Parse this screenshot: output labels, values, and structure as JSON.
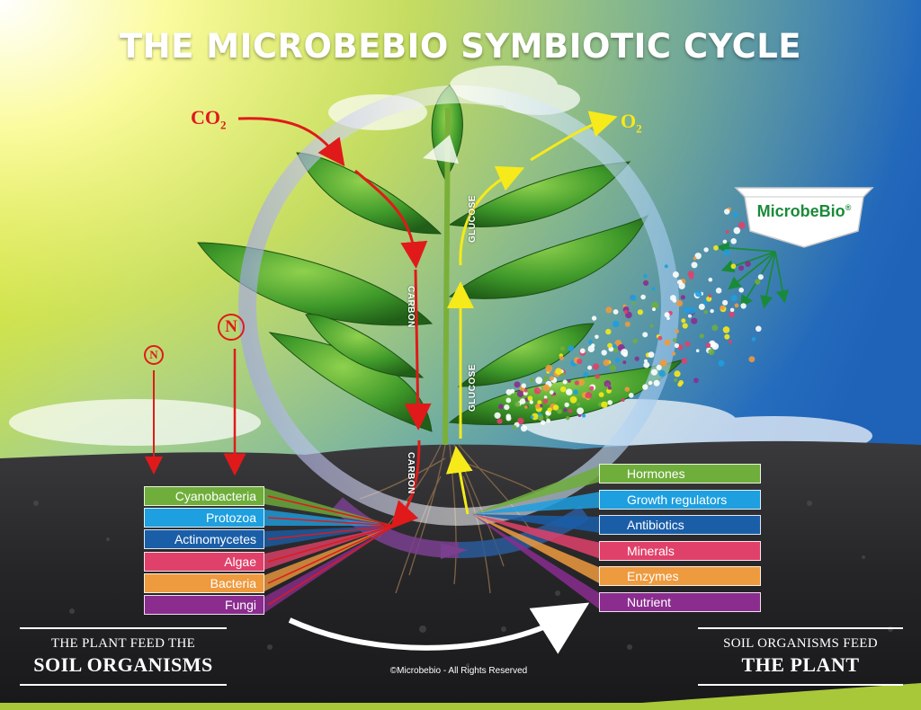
{
  "title": "THE MICROBEBIO SYMBIOTIC CYCLE",
  "gases": {
    "co2_main": "CO",
    "co2_sub": "2",
    "o2_main": "O",
    "o2_sub": "2"
  },
  "nitrogen": {
    "symbol_large": "N",
    "symbol_small": "N"
  },
  "flow_labels": {
    "carbon_upper": "CARBON",
    "carbon_lower": "CARBON",
    "glucose_upper": "GLUCOSE",
    "glucose_lower": "GLUCOSE"
  },
  "brand": {
    "name": "MicrobeBio",
    "mark": "®"
  },
  "soil_organisms": [
    {
      "label": "Cyanobacteria",
      "color": "#6fae3b"
    },
    {
      "label": "Protozoa",
      "color": "#1d9fe0"
    },
    {
      "label": "Actinomycetes",
      "color": "#1a5ea8"
    },
    {
      "label": "Algae",
      "color": "#e0416a"
    },
    {
      "label": "Bacteria",
      "color": "#ee9a3e"
    },
    {
      "label": "Fungi",
      "color": "#8a2d8f"
    }
  ],
  "plant_benefits": [
    {
      "label": "Hormones",
      "color": "#6fae3b"
    },
    {
      "label": "Growth regulators",
      "color": "#1d9fe0"
    },
    {
      "label": "Antibiotics",
      "color": "#1a5ea8"
    },
    {
      "label": "Minerals",
      "color": "#e0416a"
    },
    {
      "label": "Enzymes",
      "color": "#ee9a3e"
    },
    {
      "label": "Nutrient",
      "color": "#8a2d8f"
    }
  ],
  "captions": {
    "left_small": "THE PLANT FEED THE",
    "left_big": "SOIL ORGANISMS",
    "right_small": "SOIL ORGANISMS FEED",
    "right_big": "THE PLANT"
  },
  "copyright": "©Microbebio - All Rights Reserved",
  "colors": {
    "carbon_arrow": "#e01a1a",
    "glucose_arrow": "#f6ea1a",
    "brand_green": "#1a8a3a",
    "microbe_arrows": "#1a8a3a"
  }
}
